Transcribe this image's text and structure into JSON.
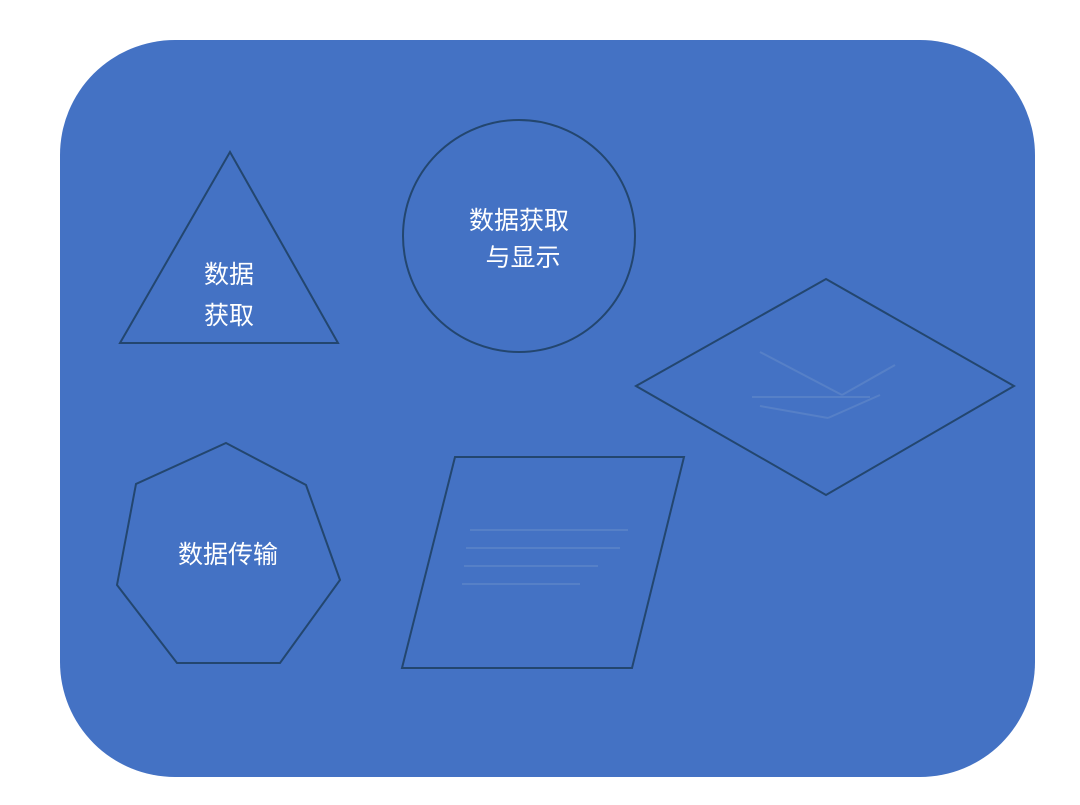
{
  "diagram": {
    "background_color": "#4472c4",
    "outline_color": "#23466f",
    "text_color": "#ffffff",
    "shapes": {
      "triangle": {
        "line1": "数据",
        "line2": "获取"
      },
      "circle": {
        "line1": "数据获取",
        "line2": "与显示"
      },
      "heptagon": {
        "label": "数据传输"
      },
      "parallelogram": {
        "label": ""
      },
      "diamond": {
        "label": ""
      }
    }
  }
}
